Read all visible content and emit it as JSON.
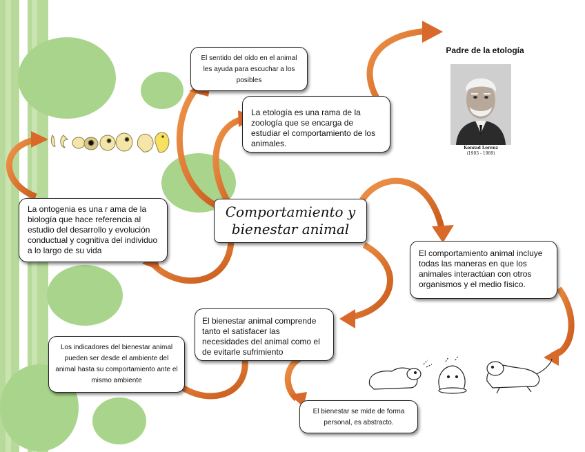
{
  "diagram": {
    "title_line1": "Comportamiento y",
    "title_line2": "bienestar animal",
    "oido": "El sentido del oído en el animal les ayuda para escuchar a los posibles",
    "etologia": "La etología es una rama de la zoología que se encarga de estudiar el comportamiento de los animales.",
    "ontogenia": "La ontogenia es una r ama de la biología que hace referencia al estudio del desarrollo y evolución conductual y cognitiva del individuo a lo largo de su vida",
    "comportamiento": "El comportamiento animal incluye todas las maneras en que los animales interactúan con otros organismos y el medio físico.",
    "bienestar": "El bienestar animal comprende tanto el satisfacer las necesidades del animal como el de evitarle sufrimiento",
    "indicadores": "Los indicadores del bienestar animal pueden ser desde el ambiente del animal hasta su comportamiento ante el mismo ambiente",
    "mide": "El bienestar se mide de forma personal, es abstracto.",
    "padre_title": "Padre de la etología",
    "portrait_name": "Konrad Lorenz",
    "portrait_years": "(1903 - 1989)"
  },
  "colors": {
    "arrow": "#e0782c",
    "arrow_dark": "#b5521a",
    "green": "#a8d58b",
    "stripe": "#b7d99a"
  },
  "icons": [
    "embryo-sequence-illustration",
    "dogs-illustration",
    "konrad-lorenz-portrait"
  ]
}
